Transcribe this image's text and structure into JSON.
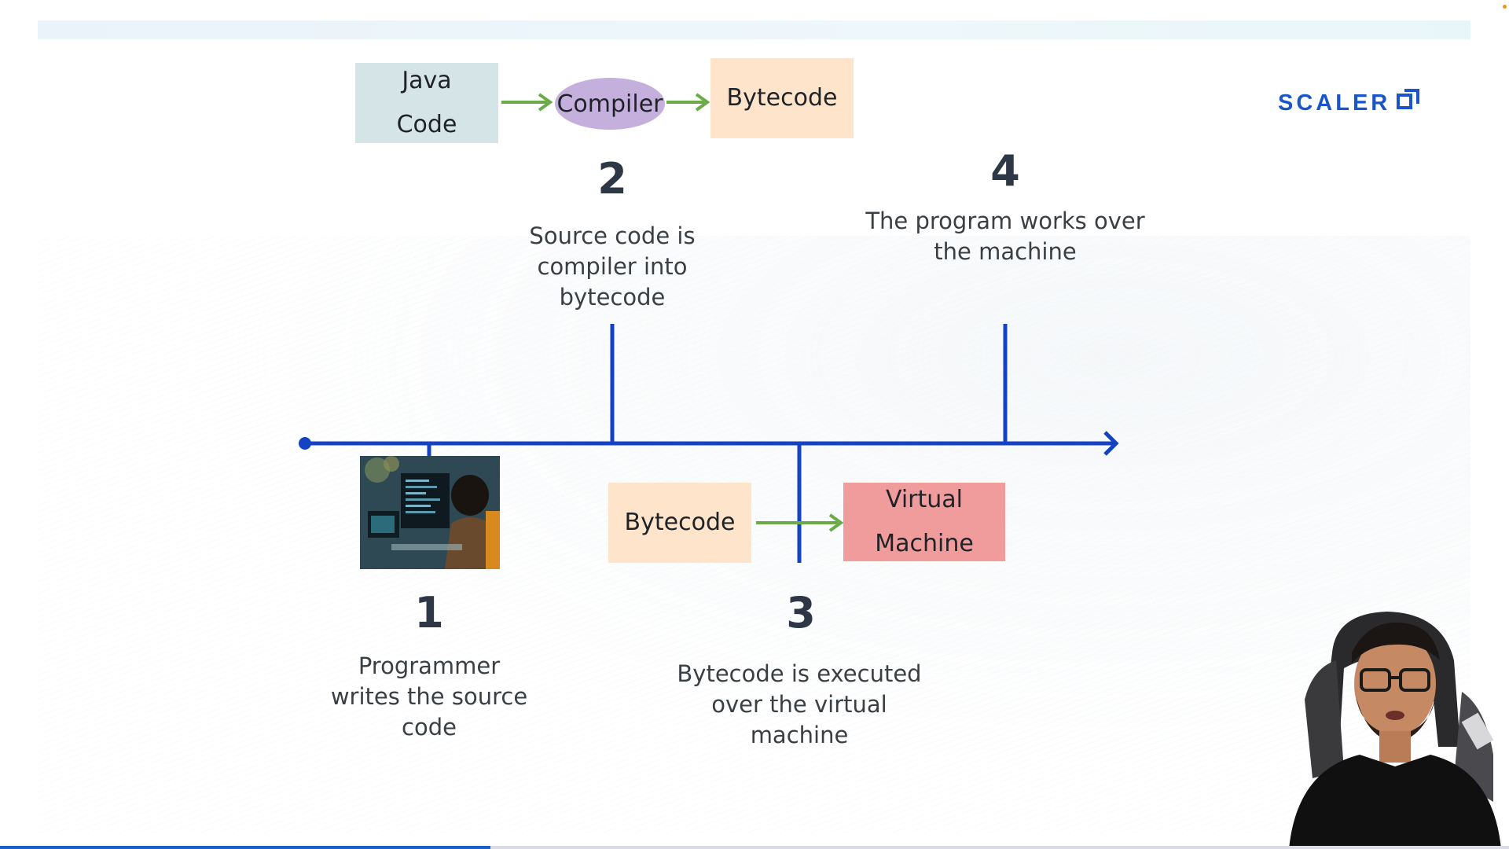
{
  "flow_top": {
    "java_code_line1": "Java",
    "java_code_line2": "Code",
    "compiler": "Compiler",
    "bytecode": "Bytecode"
  },
  "flow_bottom": {
    "bytecode": "Bytecode",
    "vm_line1": "Virtual",
    "vm_line2": "Machine"
  },
  "steps": [
    {
      "number": "1",
      "lines": [
        "Programmer",
        "writes the source",
        "code"
      ]
    },
    {
      "number": "2",
      "lines": [
        "Source code is",
        "compiler into",
        "bytecode"
      ]
    },
    {
      "number": "3",
      "lines": [
        "Bytecode is executed",
        "over the virtual",
        "machine"
      ]
    },
    {
      "number": "4",
      "lines": [
        "The program works over",
        "the machine"
      ]
    }
  ],
  "brand": {
    "name": "SCALER",
    "icon": "scaler-logo-icon"
  },
  "colors": {
    "timeline": "#1442c4",
    "arrow": "#6aab47",
    "java_box": "#d5e4e6",
    "bytecode_box": "#fde4cb",
    "compiler_ellipse": "#c5afdc",
    "vm_box": "#f19c9c",
    "brand": "#1a56c9"
  },
  "video_progress": 0.325
}
